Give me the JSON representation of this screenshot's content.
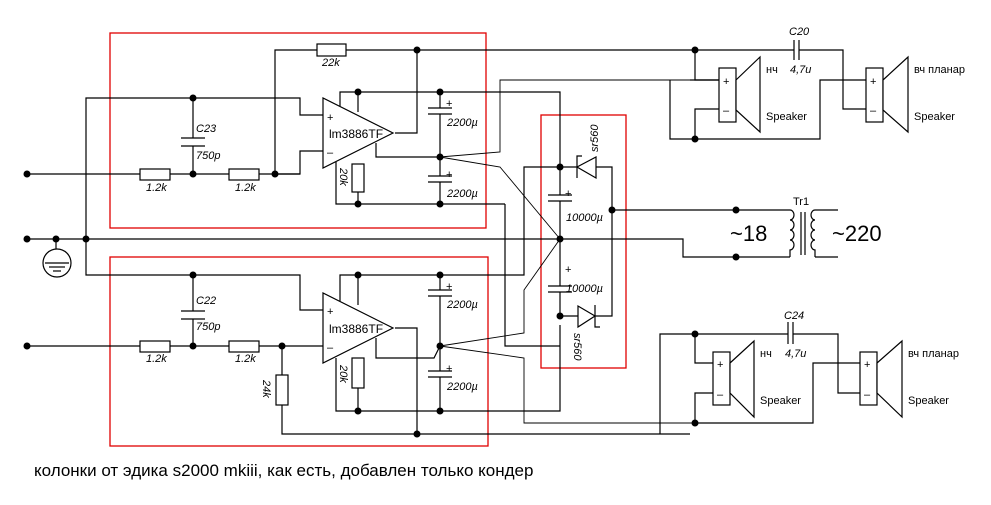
{
  "title": "Schematic: LM3886 stereo amplifier with power supply and 2-way speakers",
  "caption": "колонки от эдика s2000 mkiii,  как есть, добавлен только кондер",
  "channel_top": {
    "opamp": "lm3886TF",
    "r_feedback": "22k",
    "r_in1": "1.2k",
    "r_in2": "1.2k",
    "c_filter_name": "C23",
    "c_filter_value": "750p",
    "r_mute": "20k",
    "c_supply1": "2200µ",
    "c_supply2": "2200µ",
    "plus": "+",
    "minus": "–"
  },
  "channel_bottom": {
    "opamp": "lm3886TF",
    "r_in1": "1.2k",
    "r_in2": "1.2k",
    "r_gnd": "24k",
    "c_filter_name": "C22",
    "c_filter_value": "750p",
    "r_mute": "20k",
    "c_supply1": "2200µ",
    "c_supply2": "2200µ",
    "plus": "+",
    "minus": "–"
  },
  "power_supply": {
    "diode_top": "sr560",
    "diode_bottom": "sr560",
    "cap_top": "10000µ",
    "cap_bottom": "10000µ",
    "transformer_name": "Tr1",
    "secondary_voltage": "~18",
    "primary_voltage": "~220"
  },
  "speakers_top": {
    "woofer_label": "нч",
    "woofer_name": "Speaker",
    "tweeter_label": "вч планар",
    "tweeter_name": "Speaker",
    "cap_name": "C20",
    "cap_value": "4,7u",
    "plus": "+",
    "minus": "–"
  },
  "speakers_bottom": {
    "woofer_label": "нч",
    "woofer_name": "Speaker",
    "tweeter_label": "вч планар",
    "tweeter_name": "Speaker",
    "cap_name": "C24",
    "cap_value": "4,7u",
    "plus": "+",
    "minus": "–"
  }
}
